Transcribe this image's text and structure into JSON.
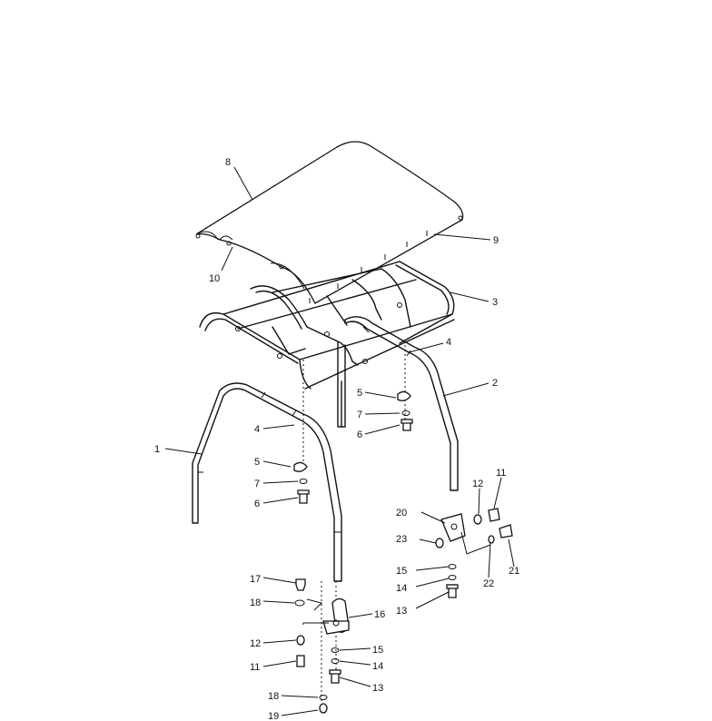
{
  "callouts": [
    {
      "id": "8",
      "text": "8"
    },
    {
      "id": "9",
      "text": "9"
    },
    {
      "id": "10",
      "text": "10"
    },
    {
      "id": "3",
      "text": "3"
    },
    {
      "id": "4a",
      "text": "4"
    },
    {
      "id": "2",
      "text": "2"
    },
    {
      "id": "5a",
      "text": "5"
    },
    {
      "id": "7a",
      "text": "7"
    },
    {
      "id": "6a",
      "text": "6"
    },
    {
      "id": "4b",
      "text": "4"
    },
    {
      "id": "1",
      "text": "1"
    },
    {
      "id": "5b",
      "text": "5"
    },
    {
      "id": "7b",
      "text": "7"
    },
    {
      "id": "6b",
      "text": "6"
    },
    {
      "id": "12a",
      "text": "12"
    },
    {
      "id": "11a",
      "text": "11"
    },
    {
      "id": "20",
      "text": "20"
    },
    {
      "id": "23",
      "text": "23"
    },
    {
      "id": "22",
      "text": "22"
    },
    {
      "id": "21",
      "text": "21"
    },
    {
      "id": "15a",
      "text": "15"
    },
    {
      "id": "14a",
      "text": "14"
    },
    {
      "id": "13a",
      "text": "13"
    },
    {
      "id": "17",
      "text": "17"
    },
    {
      "id": "18a",
      "text": "18"
    },
    {
      "id": "16",
      "text": "16"
    },
    {
      "id": "12b",
      "text": "12"
    },
    {
      "id": "15b",
      "text": "15"
    },
    {
      "id": "11b",
      "text": "11"
    },
    {
      "id": "14b",
      "text": "14"
    },
    {
      "id": "13b",
      "text": "13"
    },
    {
      "id": "18b",
      "text": "18"
    },
    {
      "id": "19",
      "text": "19"
    }
  ]
}
